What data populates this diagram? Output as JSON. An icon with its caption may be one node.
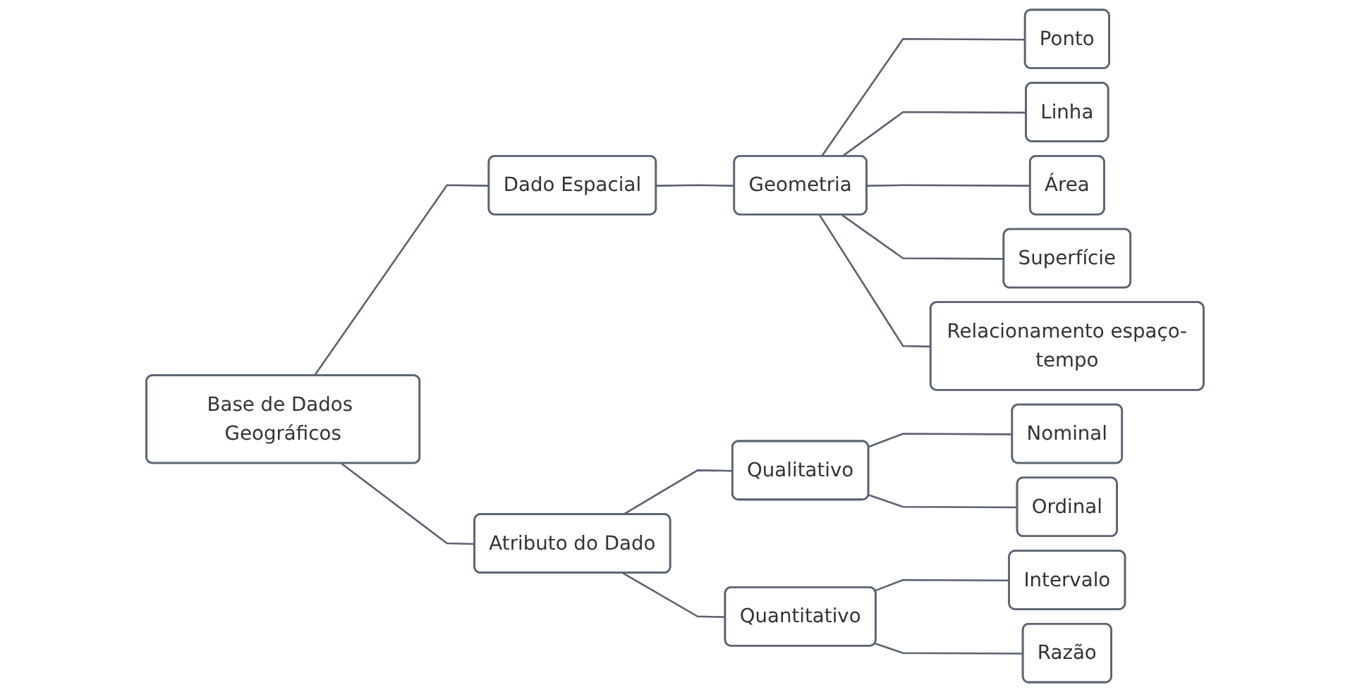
{
  "diagram": {
    "nodes": [
      {
        "text": [
          "Base de Dados Geográficos"
        ]
      },
      {
        "text": [
          "Dado Espacial"
        ]
      },
      {
        "text": [
          "Geometria"
        ]
      },
      {
        "text": [
          "Ponto"
        ]
      },
      {
        "text": [
          "Linha"
        ]
      },
      {
        "text": [
          "Área"
        ]
      },
      {
        "text": [
          "Superfície"
        ]
      },
      {
        "text": [
          "Relacionamento espaço-tempo"
        ]
      },
      {
        "text": [
          "Atributo do Dado"
        ]
      },
      {
        "text": [
          "Qualitativo"
        ]
      },
      {
        "text": [
          "Nominal"
        ]
      },
      {
        "text": [
          "Ordinal"
        ]
      },
      {
        "text": [
          "Quantitativo"
        ]
      },
      {
        "text": [
          "Intervalo"
        ]
      },
      {
        "text": [
          "Razão"
        ]
      }
    ],
    "edges": [
      {
        "from": 0,
        "to": 1,
        "arrow": "none"
      },
      {
        "from": 1,
        "to": 2,
        "arrow": "none"
      },
      {
        "from": 2,
        "to": 3,
        "arrow": "none"
      },
      {
        "from": 2,
        "to": 4,
        "arrow": "none"
      },
      {
        "from": 2,
        "to": 5,
        "arrow": "none"
      },
      {
        "from": 2,
        "to": 6,
        "arrow": "none"
      },
      {
        "from": 2,
        "to": 7,
        "arrow": "none"
      },
      {
        "from": 0,
        "to": 8,
        "arrow": "none"
      },
      {
        "from": 8,
        "to": 9,
        "arrow": "none"
      },
      {
        "from": 9,
        "to": 10,
        "arrow": "none"
      },
      {
        "from": 9,
        "to": 11,
        "arrow": "none"
      },
      {
        "from": 8,
        "to": 12,
        "arrow": "none"
      },
      {
        "from": 12,
        "to": 13,
        "arrow": "none"
      },
      {
        "from": 12,
        "to": 14,
        "arrow": "none"
      }
    ]
  }
}
